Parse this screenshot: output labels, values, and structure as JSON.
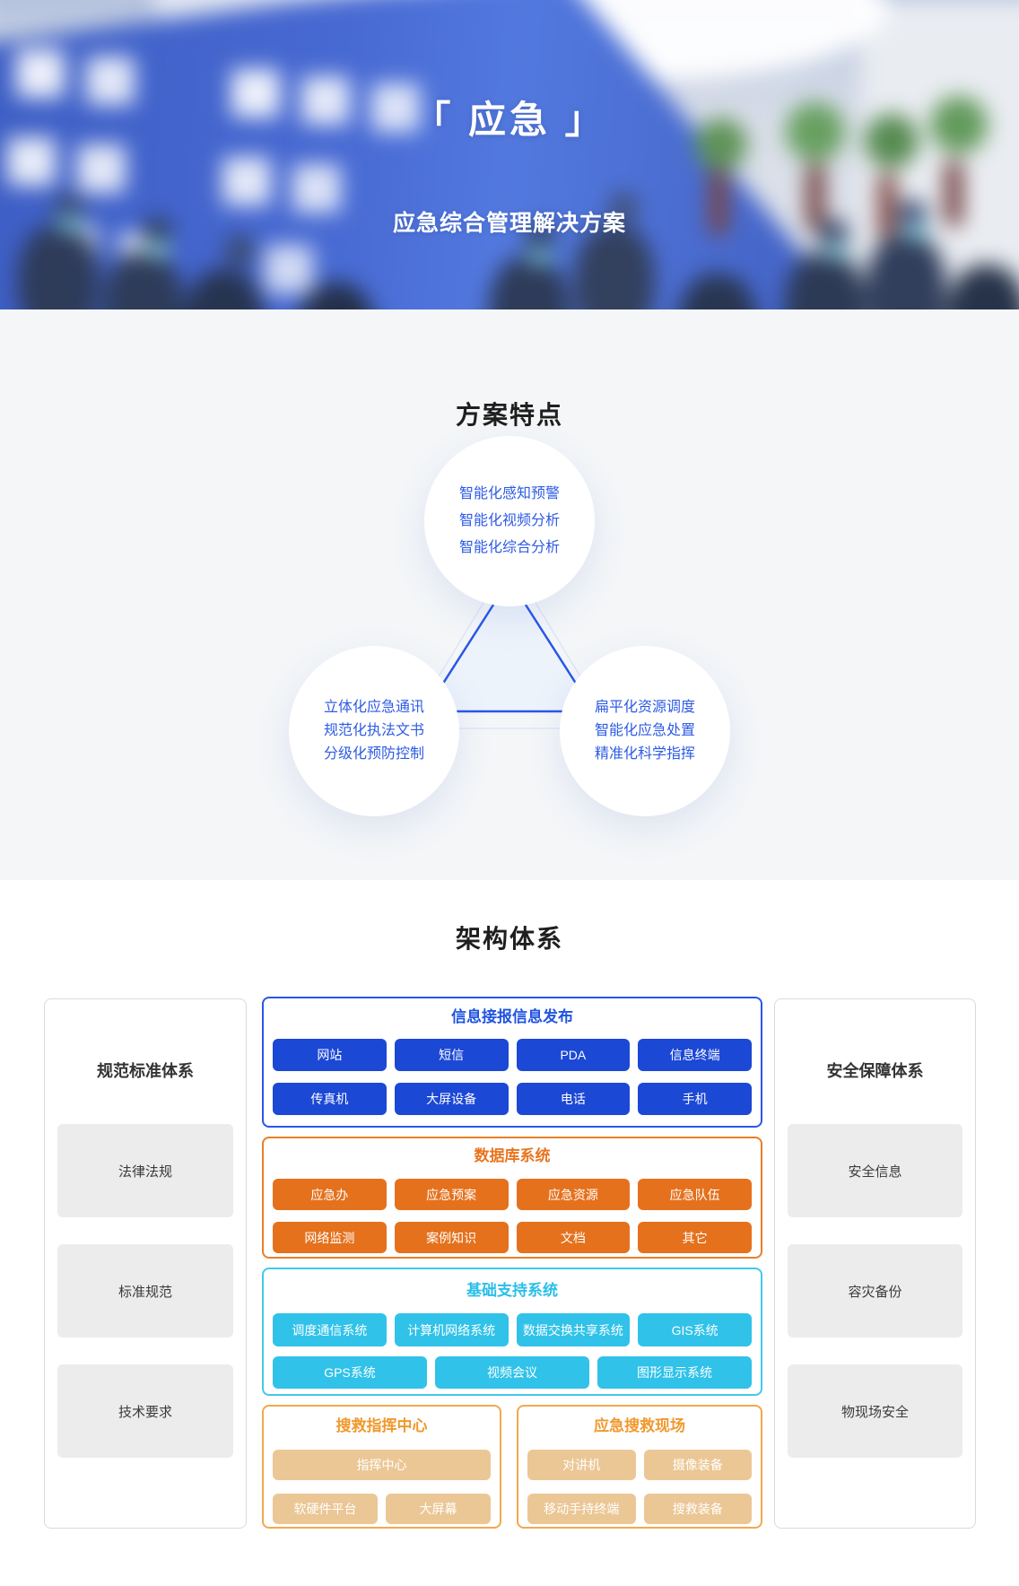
{
  "hero": {
    "title": "「 应急 」",
    "subtitle": "应急综合管理解决方案"
  },
  "features": {
    "section_title": "方案特点",
    "circle_top": {
      "lines": [
        "智能化感知预警",
        "智能化视频分析",
        "智能化综合分析"
      ]
    },
    "circle_left": {
      "lines": [
        "立体化应急通讯",
        "规范化执法文书",
        "分级化预防控制"
      ]
    },
    "circle_right": {
      "lines": [
        "扁平化资源调度",
        "智能化应急处置",
        "精准化科学指挥"
      ]
    }
  },
  "architecture": {
    "section_title": "架构体系",
    "left_panel": {
      "title": "规范标准体系",
      "items": [
        "法律法规",
        "标准规范",
        "技术要求"
      ]
    },
    "right_panel": {
      "title": "安全保障体系",
      "items": [
        "安全信息",
        "容灾备份",
        "物现场安全"
      ]
    },
    "info_box": {
      "title": "信息接报信息发布",
      "buttons": [
        "网站",
        "短信",
        "PDA",
        "信息终端",
        "传真机",
        "大屏设备",
        "电话",
        "手机"
      ]
    },
    "database_box": {
      "title": "数据库系统",
      "buttons": [
        "应急办",
        "应急预案",
        "应急资源",
        "应急队伍",
        "网络监测",
        "案例知识",
        "文档",
        "其它"
      ]
    },
    "support_box": {
      "title": "基础支持系统",
      "row1": [
        "调度通信系统",
        "计算机网络系统",
        "数据交换共享系统",
        "GIS系统"
      ],
      "row2": [
        "GPS系统",
        "视频会议",
        "图形显示系统"
      ]
    },
    "command_box": {
      "title": "搜救指挥中心",
      "row1": [
        "指挥中心"
      ],
      "row2": [
        "软硬件平台",
        "大屏幕"
      ]
    },
    "scene_box": {
      "title": "应急搜救现场",
      "row1": [
        "对讲机",
        "摄像装备"
      ],
      "row2": [
        "移动手持终端",
        "搜救装备"
      ]
    }
  },
  "colors": {
    "hero_banner_blue": "#4769d2",
    "primary_blue_button": "#1c48d6",
    "blue_box_border": "#2a56e8",
    "orange_button": "#e5711d",
    "orange_title": "#e8751f",
    "cyan_button": "#30c2e9",
    "cyan_title": "#2abfe8",
    "tan_button": "#ebc795",
    "tan_border": "#f1a94e",
    "tan_title": "#f0992e",
    "feature_text_blue": "#2e5be4",
    "triangle_stroke": "#2857e8",
    "triangle_fill": "#edf3fb",
    "section_bg_gray": "#f4f6f8",
    "panel_item_bg": "#ececec"
  }
}
